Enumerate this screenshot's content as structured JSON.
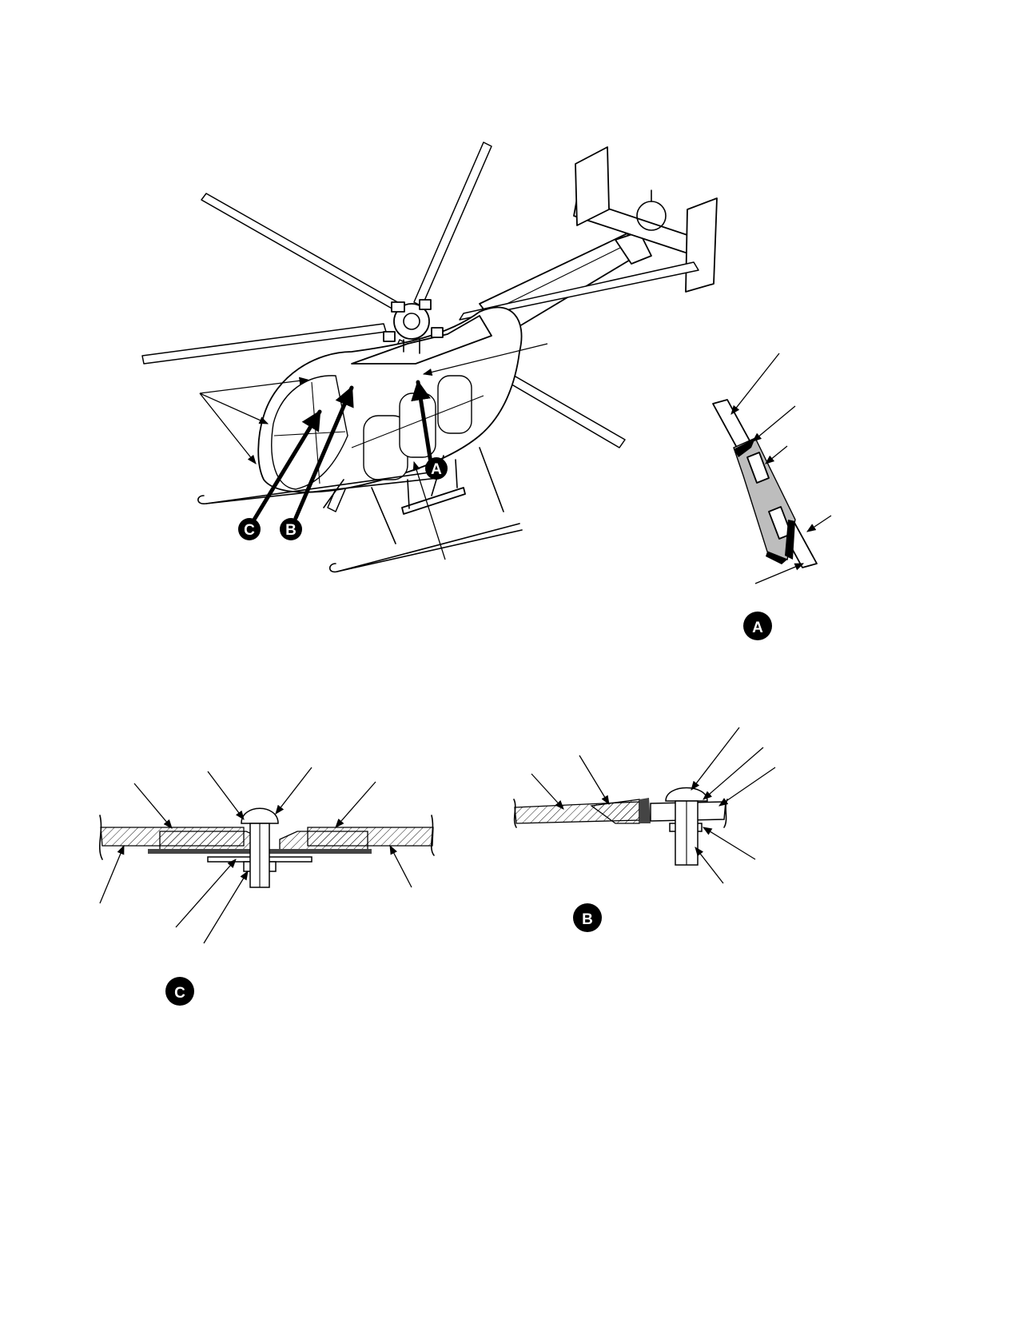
{
  "figure": {
    "callouts": {
      "detail_a": "A",
      "detail_b": "B",
      "detail_c": "C"
    },
    "colors": {
      "line": "#000000",
      "sealant_fill": "#bdbdbd",
      "background": "#ffffff"
    }
  }
}
